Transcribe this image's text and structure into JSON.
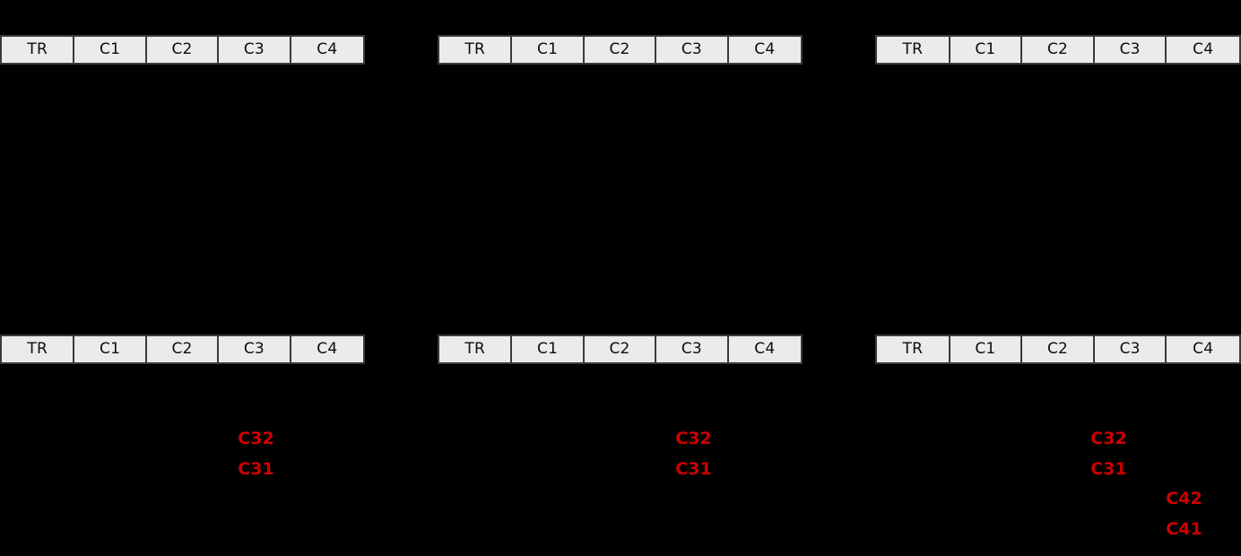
{
  "figure": {
    "background_color": "#000000",
    "header_cell_color": "#ebebeb",
    "header_text_color": "#0d0d0d",
    "header_border_color": "#3a3a3a",
    "annotation_color": "#cc0000",
    "columns": [
      "TR",
      "C1",
      "C2",
      "C3",
      "C4"
    ]
  },
  "groups": [
    {
      "id": "group-1",
      "header_top": {
        "cells": [
          {
            "label": "TR"
          },
          {
            "label": "C1"
          },
          {
            "label": "C2"
          },
          {
            "label": "C3"
          },
          {
            "label": "C4"
          }
        ]
      },
      "header_bottom": {
        "cells": [
          {
            "label": "TR"
          },
          {
            "label": "C1"
          },
          {
            "label": "C2"
          },
          {
            "label": "C3"
          },
          {
            "label": "C4"
          }
        ]
      },
      "annotations": [
        {
          "label": "C32",
          "column": "C3",
          "order": 2
        },
        {
          "label": "C31",
          "column": "C3",
          "order": 1
        }
      ]
    },
    {
      "id": "group-2",
      "header_top": {
        "cells": [
          {
            "label": "TR"
          },
          {
            "label": "C1"
          },
          {
            "label": "C2"
          },
          {
            "label": "C3"
          },
          {
            "label": "C4"
          }
        ]
      },
      "header_bottom": {
        "cells": [
          {
            "label": "TR"
          },
          {
            "label": "C1"
          },
          {
            "label": "C2"
          },
          {
            "label": "C3"
          },
          {
            "label": "C4"
          }
        ]
      },
      "annotations": [
        {
          "label": "C32",
          "column": "C3",
          "order": 2
        },
        {
          "label": "C31",
          "column": "C3",
          "order": 1
        }
      ]
    },
    {
      "id": "group-3",
      "header_top": {
        "cells": [
          {
            "label": "TR"
          },
          {
            "label": "C1"
          },
          {
            "label": "C2"
          },
          {
            "label": "C3"
          },
          {
            "label": "C4"
          }
        ]
      },
      "header_bottom": {
        "cells": [
          {
            "label": "TR"
          },
          {
            "label": "C1"
          },
          {
            "label": "C2"
          },
          {
            "label": "C3"
          },
          {
            "label": "C4"
          }
        ]
      },
      "annotations": [
        {
          "label": "C32",
          "column": "C3",
          "order": 2
        },
        {
          "label": "C31",
          "column": "C3",
          "order": 1
        },
        {
          "label": "C42",
          "column": "C4",
          "order": 2
        },
        {
          "label": "C41",
          "column": "C4",
          "order": 1
        }
      ]
    }
  ]
}
